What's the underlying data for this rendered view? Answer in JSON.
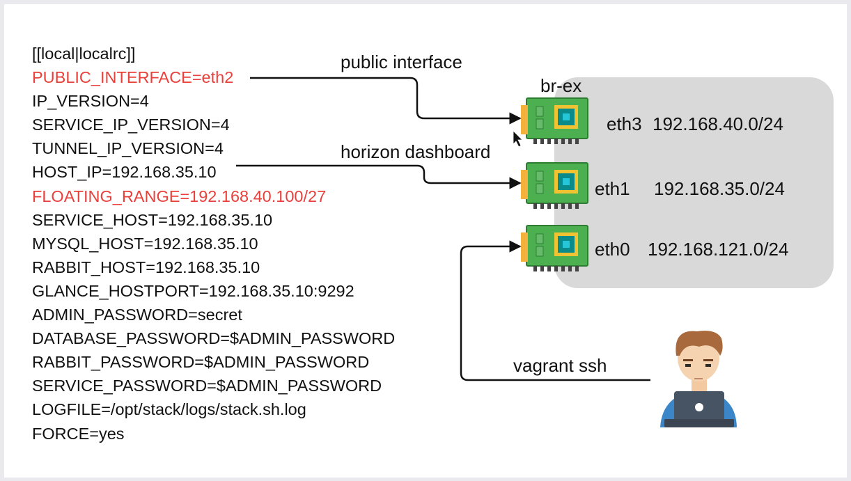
{
  "config": {
    "lines": [
      {
        "text": "[[local|localrc]]",
        "highlight": false
      },
      {
        "text": "PUBLIC_INTERFACE=eth2",
        "highlight": true
      },
      {
        "text": "IP_VERSION=4",
        "highlight": false
      },
      {
        "text": "SERVICE_IP_VERSION=4",
        "highlight": false
      },
      {
        "text": "TUNNEL_IP_VERSION=4",
        "highlight": false
      },
      {
        "text": "HOST_IP=192.168.35.10",
        "highlight": false
      },
      {
        "text": "FLOATING_RANGE=192.168.40.100/27",
        "highlight": true
      },
      {
        "text": "SERVICE_HOST=192.168.35.10",
        "highlight": false
      },
      {
        "text": "MYSQL_HOST=192.168.35.10",
        "highlight": false
      },
      {
        "text": "RABBIT_HOST=192.168.35.10",
        "highlight": false
      },
      {
        "text": "GLANCE_HOSTPORT=192.168.35.10:9292",
        "highlight": false
      },
      {
        "text": "ADMIN_PASSWORD=secret",
        "highlight": false
      },
      {
        "text": "DATABASE_PASSWORD=$ADMIN_PASSWORD",
        "highlight": false
      },
      {
        "text": "RABBIT_PASSWORD=$ADMIN_PASSWORD",
        "highlight": false
      },
      {
        "text": "SERVICE_PASSWORD=$ADMIN_PASSWORD",
        "highlight": false
      },
      {
        "text": "LOGFILE=/opt/stack/logs/stack.sh.log",
        "highlight": false
      },
      {
        "text": "FORCE=yes",
        "highlight": false
      }
    ],
    "highlight_color": "#e8413c"
  },
  "connections": {
    "public": "public interface",
    "horizon": "horizon dashboard",
    "ssh": "vagrant ssh"
  },
  "bridge": {
    "name": "br-ex",
    "color": "#d9d9d9",
    "interfaces": [
      {
        "name": "eth3",
        "network": "192.168.40.0/24"
      },
      {
        "name": "eth1",
        "network": "192.168.35.0/24"
      },
      {
        "name": "eth0",
        "network": "192.168.121.0/24"
      }
    ]
  },
  "icons": {
    "nic": "network-card-icon",
    "user": "user-with-laptop-icon"
  }
}
